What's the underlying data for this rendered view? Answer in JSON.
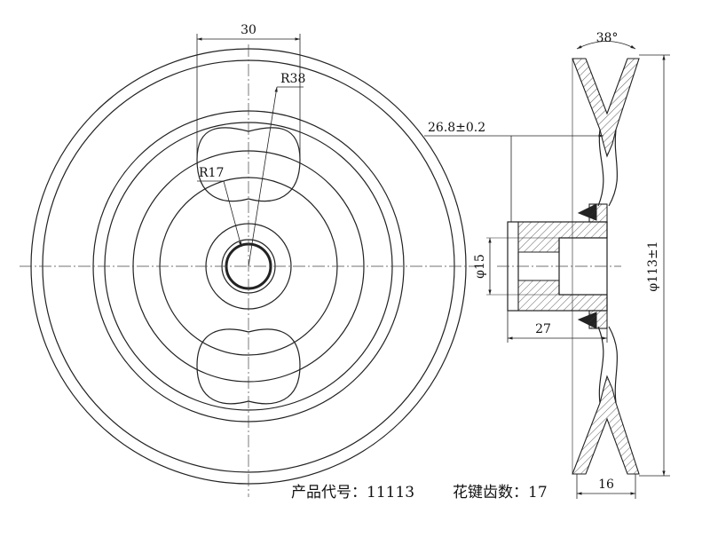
{
  "dimensions": {
    "slot_width": "30",
    "outer_radius": "R38",
    "inner_radius": "R17",
    "groove_angle": "38°",
    "groove_offset": "26.8±0.2",
    "hub_diameter": "φ15",
    "outer_diameter": "φ113±1",
    "hub_length": "27",
    "rim_width": "16"
  },
  "footer": {
    "product_code": "产品代号：11113",
    "spline_teeth": "花键齿数：17"
  }
}
